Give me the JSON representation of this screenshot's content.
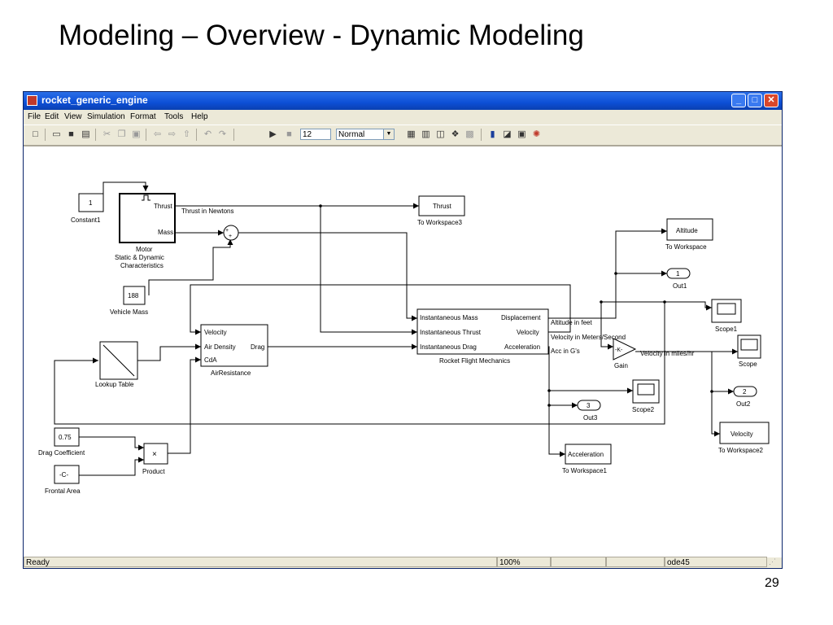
{
  "slide": {
    "title": "Modeling – Overview - Dynamic Modeling",
    "page_number": "29"
  },
  "window": {
    "title": "rocket_generic_engine",
    "menu": [
      "File",
      "Edit",
      "View",
      "Simulation",
      "Format",
      "Tools",
      "Help"
    ],
    "toolbar": {
      "stop_time": "12",
      "sim_mode": "Normal"
    },
    "status": {
      "ready": "Ready",
      "zoom": "100%",
      "solver": "ode45"
    }
  },
  "diagram": {
    "constant1_value": "1",
    "constant1_label": "Constant1",
    "motor_port_thrust": "Thrust",
    "motor_port_mass": "Mass",
    "motor_label_1": "Motor",
    "motor_label_2": "Static & Dynamic",
    "motor_label_3": "Characteristics",
    "thrust_signal": "Thrust in Newtons",
    "ws3_block": "Thrust",
    "ws3_label": "To Workspace3",
    "vehicle_mass_value": "188",
    "vehicle_mass_label": "Vehicle Mass",
    "air_port_velocity": "Velocity",
    "air_port_density": "Air Density",
    "air_port_cda": "CdA",
    "air_port_drag": "Drag",
    "air_label": "AirResistance",
    "lookup_label": "Lookup Table",
    "rfm_in_mass": "Instantaneous Mass",
    "rfm_in_thrust": "Instantaneous Thrust",
    "rfm_in_drag": "Instantaneous Drag",
    "rfm_out_disp": "Displacement",
    "rfm_out_vel": "Velocity",
    "rfm_out_acc": "Acceleration",
    "rfm_label": "Rocket Flight Mechanics",
    "sig_altitude": "Altitude in feet",
    "sig_velocity_ms": "Velocity in Meters/Second",
    "sig_acc_g": "Acc in G's",
    "sig_velocity_mph": "Velocity in miles/hr",
    "gain_value": "-K-",
    "gain_label": "Gain",
    "altitude_block": "Altitude",
    "altitude_label": "To Workspace",
    "out1_value": "1",
    "out1_label": "Out1",
    "scope1_label": "Scope1",
    "scope_label": "Scope",
    "out2_value": "2",
    "out2_label": "Out2",
    "scope2_label": "Scope2",
    "out3_value": "3",
    "out3_label": "Out3",
    "velocity_block": "Velocity",
    "velocity_label": "To Workspace2",
    "acceleration_block": "Acceleration",
    "acceleration_label": "To Workspace1",
    "drag_coeff_value": "0.75",
    "drag_coeff_label": "Drag Coefficient",
    "frontal_area_value": "-C-",
    "frontal_area_label": "Frontal Area",
    "product_symbol": "×",
    "product_label": "Product"
  }
}
